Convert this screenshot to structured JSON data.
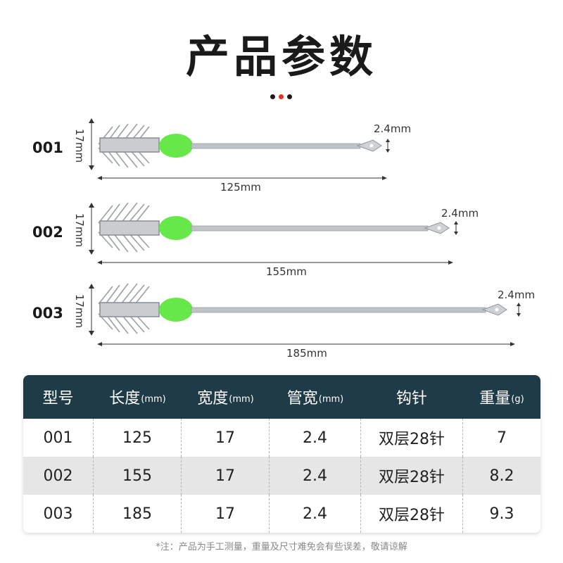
{
  "title": "产品参数",
  "products": [
    {
      "model": "001",
      "length_label": "125mm",
      "width_label": "17mm",
      "tube_label": "2.4mm"
    },
    {
      "model": "002",
      "length_label": "155mm",
      "width_label": "17mm",
      "tube_label": "2.4mm"
    },
    {
      "model": "003",
      "length_label": "185mm",
      "width_label": "17mm",
      "tube_label": "2.4mm"
    }
  ],
  "table": {
    "headers": [
      {
        "label": "型号",
        "unit": ""
      },
      {
        "label": "长度",
        "unit": "(mm)"
      },
      {
        "label": "宽度",
        "unit": "(mm)"
      },
      {
        "label": "管宽",
        "unit": "(mm)"
      },
      {
        "label": "钩针",
        "unit": ""
      },
      {
        "label": "重量",
        "unit": "(g)"
      }
    ],
    "rows": [
      [
        "001",
        "125",
        "17",
        "2.4",
        "双层28针",
        "7"
      ],
      [
        "002",
        "155",
        "17",
        "2.4",
        "双层28针",
        "8.2"
      ],
      [
        "003",
        "185",
        "17",
        "2.4",
        "双层28针",
        "9.3"
      ]
    ]
  },
  "footnote": "*注：产品为手工测量，重量及尺寸难免会有些误差，敬请谅解",
  "colors": {
    "header_bg": "#1f3b47",
    "bead": "#66e84a",
    "accent_dot": "#d9322a"
  }
}
